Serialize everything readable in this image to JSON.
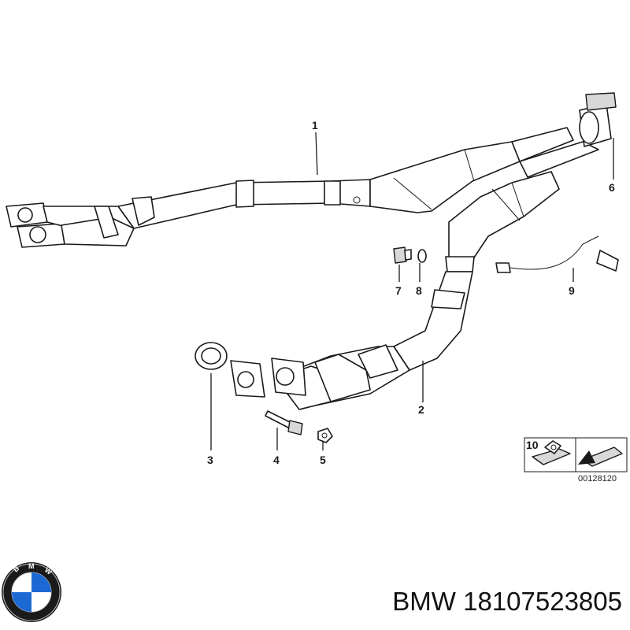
{
  "diagram": {
    "callouts": [
      "1",
      "2",
      "3",
      "4",
      "5",
      "6",
      "7",
      "8",
      "9",
      "10"
    ],
    "reference_code": "00128120"
  },
  "caption": {
    "brand": "BMW",
    "part_number": "18107523805"
  },
  "logo": {
    "letters": "BMW",
    "colors": {
      "blue": "#1c69d4",
      "ring": "#1a1a1a",
      "white": "#ffffff"
    }
  }
}
